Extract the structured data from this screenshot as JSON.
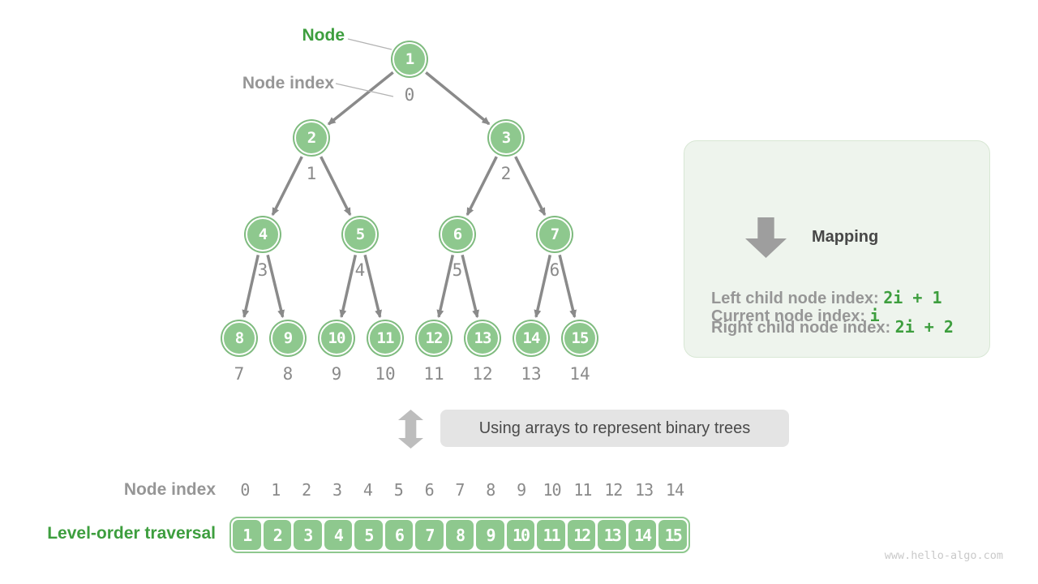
{
  "colors": {
    "node_fill": "#8ec88e",
    "node_ring": "#7fbb7f",
    "accent_green_text": "#3d9e3e",
    "panel_bg": "#eef4ed",
    "panel_border": "#d8e7d4",
    "gray_label": "#969696",
    "edge_gray": "#8a8a8a",
    "mono_gray": "#8a8a8a",
    "bridge_bg": "#e4e4e4",
    "bridge_text": "#4a4a4a",
    "watermark": "#c9c9c9"
  },
  "tree": {
    "node_label": "Node",
    "node_index_label": "Node index",
    "nodes": [
      {
        "value": "1",
        "index": "0"
      },
      {
        "value": "2",
        "index": "1"
      },
      {
        "value": "3",
        "index": "2"
      },
      {
        "value": "4",
        "index": "3"
      },
      {
        "value": "5",
        "index": "4"
      },
      {
        "value": "6",
        "index": "5"
      },
      {
        "value": "7",
        "index": "6"
      },
      {
        "value": "8",
        "index": "7"
      },
      {
        "value": "9",
        "index": "8"
      },
      {
        "value": "10",
        "index": "9"
      },
      {
        "value": "11",
        "index": "10"
      },
      {
        "value": "12",
        "index": "11"
      },
      {
        "value": "13",
        "index": "12"
      },
      {
        "value": "14",
        "index": "13"
      },
      {
        "value": "15",
        "index": "14"
      }
    ],
    "edges": [
      [
        "1",
        "2"
      ],
      [
        "1",
        "3"
      ],
      [
        "2",
        "4"
      ],
      [
        "2",
        "5"
      ],
      [
        "3",
        "6"
      ],
      [
        "3",
        "7"
      ],
      [
        "4",
        "8"
      ],
      [
        "4",
        "9"
      ],
      [
        "5",
        "10"
      ],
      [
        "5",
        "11"
      ],
      [
        "6",
        "12"
      ],
      [
        "6",
        "13"
      ],
      [
        "7",
        "14"
      ],
      [
        "7",
        "15"
      ]
    ]
  },
  "panel": {
    "current_label": "Current node index:",
    "current_value": "i",
    "mapping_label": "Mapping",
    "left_label": "Left child node index:",
    "left_value": "2i + 1",
    "right_label": "Right child node index:",
    "right_value": "2i + 2"
  },
  "bridge": {
    "label": "Using arrays to represent binary trees"
  },
  "array": {
    "index_label": "Node index",
    "traversal_label": "Level-order traversal",
    "indices": [
      "0",
      "1",
      "2",
      "3",
      "4",
      "5",
      "6",
      "7",
      "8",
      "9",
      "10",
      "11",
      "12",
      "13",
      "14"
    ],
    "values": [
      "1",
      "2",
      "3",
      "4",
      "5",
      "6",
      "7",
      "8",
      "9",
      "10",
      "11",
      "12",
      "13",
      "14",
      "15"
    ]
  },
  "footer": {
    "watermark": "www.hello-algo.com"
  }
}
